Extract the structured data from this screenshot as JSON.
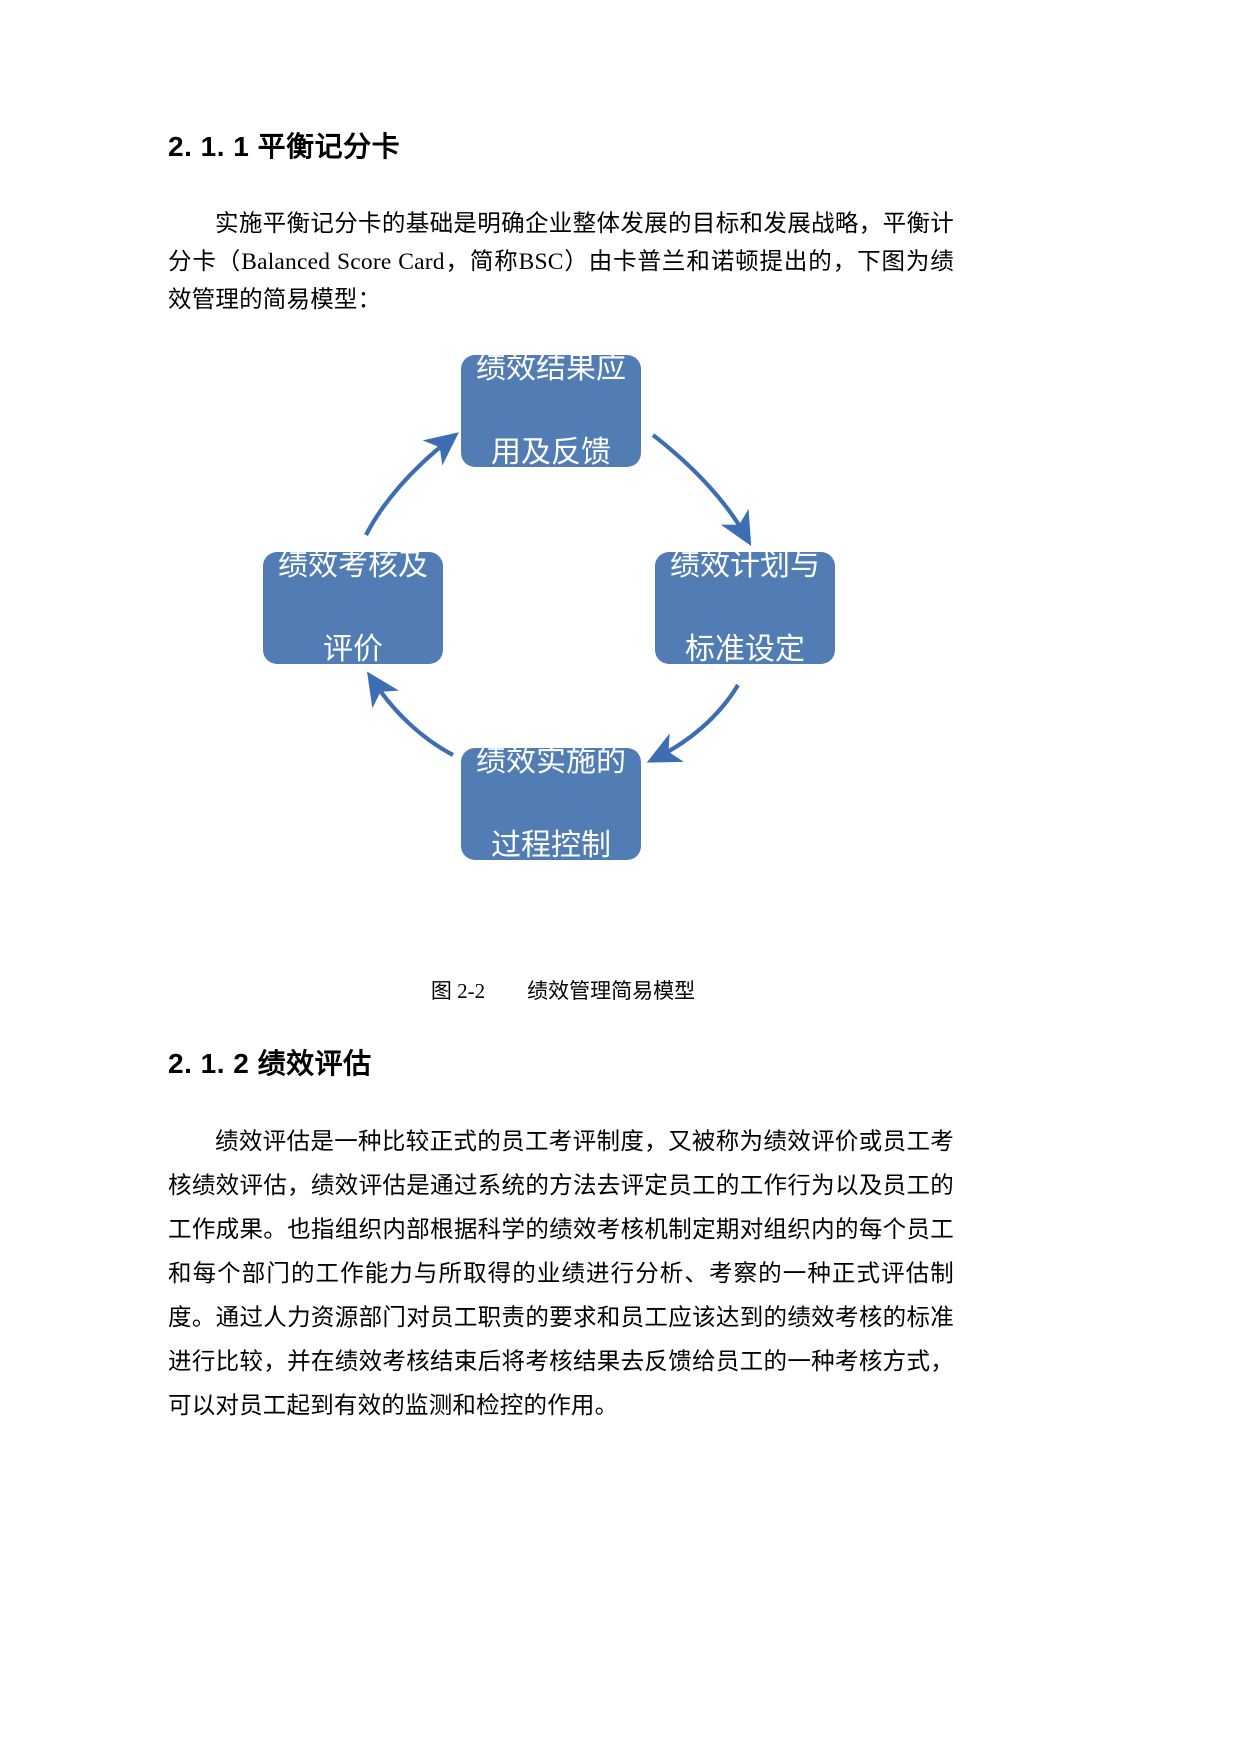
{
  "document": {
    "sections": [
      {
        "number": "2.1.1",
        "heading": "2. 1. 1 平衡记分卡",
        "paragraph": "实施平衡记分卡的基础是明确企业整体发展的目标和发展战略，平衡计分卡（Balanced Score Card，简称BSC）由卡普兰和诺顿提出的，下图为绩效管理的简易模型："
      },
      {
        "number": "2.1.2",
        "heading": "2. 1. 2 绩效评估",
        "paragraph": "绩效评估是一种比较正式的员工考评制度，又被称为绩效评价或员工考核绩效评估，绩效评估是通过系统的方法去评定员工的工作行为以及员工的工作成果。也指组织内部根据科学的绩效考核机制定期对组织内的每个员工和每个部门的工作能力与所取得的业绩进行分析、考察的一种正式评估制度。通过人力资源部门对员工职责的要求和员工应该达到的绩效考核的标准进行比较，并在绩效考核结束后将考核结果去反馈给员工的一种考核方式，可以对员工起到有效的监测和检控的作用。"
      }
    ]
  },
  "figure": {
    "caption": "图 2-2　　绩效管理简易模型",
    "accent_color": "#517cb4",
    "arrow_color": "#3d6eb4",
    "node_text_color": "#ffffff",
    "nodes": [
      {
        "id": "top",
        "line1": "绩效结果应",
        "line2": "用及反馈"
      },
      {
        "id": "right",
        "line1": "绩效计划与",
        "line2": "标准设定"
      },
      {
        "id": "bottom",
        "line1": "绩效实施的",
        "line2": "过程控制"
      },
      {
        "id": "left",
        "line1": "绩效考核及",
        "line2": "评价"
      }
    ],
    "flow": [
      "top",
      "right",
      "bottom",
      "left"
    ]
  }
}
